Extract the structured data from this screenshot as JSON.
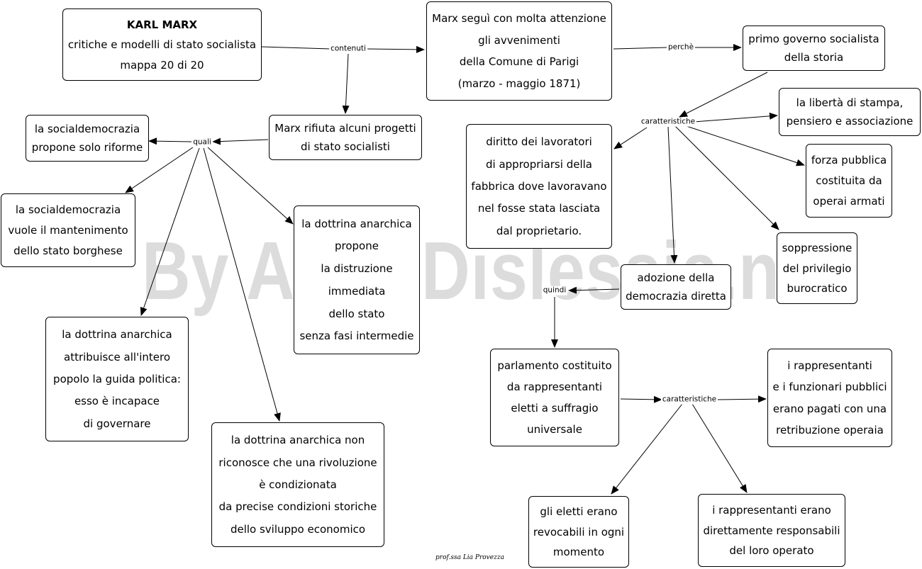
{
  "watermark": "By AiutoDislessia.net",
  "signature": "prof.ssa Lia Provezza",
  "nodes": {
    "karl_marx": {
      "lines": [
        "KARL MARX",
        "critiche e modelli di stato socialista",
        "mappa 20 di 20"
      ]
    },
    "comune": {
      "lines": [
        "Marx seguì con molta attenzione",
        "gli avvenimenti",
        "della Comune di Parigi",
        "(marzo - maggio 1871)"
      ]
    },
    "primo_governo": {
      "lines": [
        "primo governo socialista",
        "della storia"
      ]
    },
    "rifiuta": {
      "lines": [
        "Marx rifiuta alcuni progetti",
        "di stato socialisti"
      ]
    },
    "socialdem_riforme": {
      "lines": [
        "la socialdemocrazia",
        "propone solo riforme"
      ]
    },
    "socialdem_stato": {
      "lines": [
        "la socialdemocrazia",
        "vuole il mantenimento",
        "dello stato borghese"
      ]
    },
    "anarchica_distruzione": {
      "lines": [
        "la dottrina anarchica",
        "propone",
        "la distruzione",
        "immediata",
        "dello stato",
        "senza fasi intermedie"
      ]
    },
    "anarchica_popolo": {
      "lines": [
        "la dottrina anarchica",
        "attribuisce all'intero",
        "popolo la guida politica:",
        "esso è incapace",
        "di governare"
      ]
    },
    "anarchica_rivoluzione": {
      "lines": [
        "la dottrina anarchica non",
        "riconosce che una rivoluzione",
        "è condizionata",
        "da precise condizioni storiche",
        "dello sviluppo economico"
      ]
    },
    "diritto_lavoratori": {
      "lines": [
        "diritto dei lavoratori",
        "di appropriarsi della",
        "fabbrica dove lavoravano",
        "nel fosse stata lasciata",
        "dal proprietario."
      ]
    },
    "liberta": {
      "lines": [
        "la libertà di stampa,",
        "pensiero e associazione"
      ]
    },
    "forza_pubblica": {
      "lines": [
        "forza pubblica",
        "costituita da",
        "operai armati"
      ]
    },
    "soppressione": {
      "lines": [
        "soppressione",
        "del privilegio",
        "burocratico"
      ]
    },
    "democrazia": {
      "lines": [
        "adozione della",
        "democrazia diretta"
      ]
    },
    "parlamento": {
      "lines": [
        "parlamento costituito",
        "da rappresentanti",
        "eletti a suffragio",
        "universale"
      ]
    },
    "pagati": {
      "lines": [
        "i rappresentanti",
        "e i funzionari pubblici",
        "erano pagati con una",
        "retribuzione operaia"
      ]
    },
    "revocabili": {
      "lines": [
        "gli eletti erano",
        "revocabili in ogni",
        "momento"
      ]
    },
    "responsabili": {
      "lines": [
        "i rappresentanti erano",
        "direttamente responsabili",
        "del loro operato"
      ]
    }
  },
  "links": {
    "contenuti": "contenuti",
    "perche": "perchè",
    "quali": "quali",
    "caratteristiche1": "caratteristiche",
    "quindi": "quindi",
    "caratteristiche2": "caratteristiche"
  }
}
